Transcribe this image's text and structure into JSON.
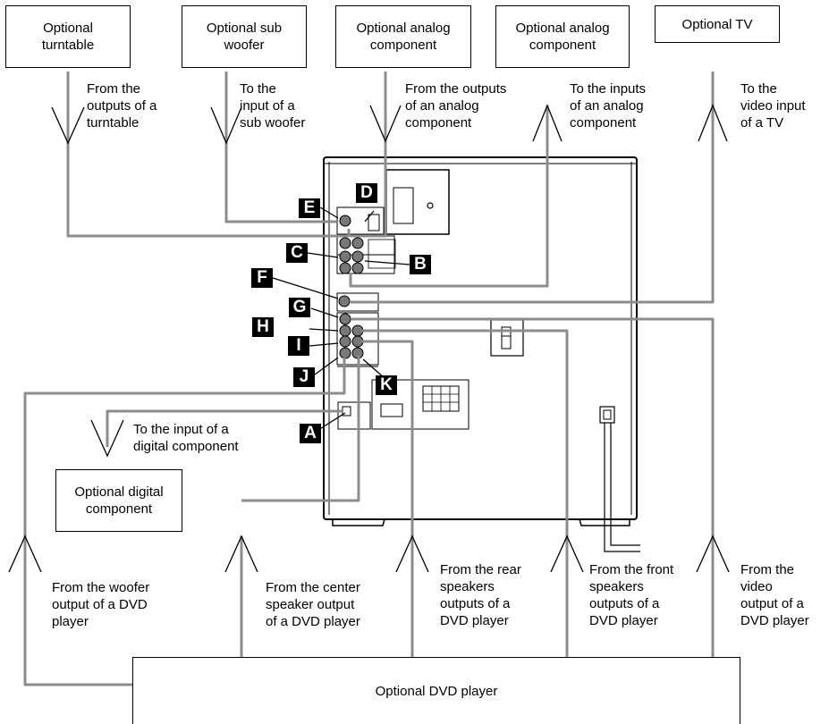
{
  "boxes": {
    "turntable": "Optional\nturntable",
    "subwoofer": "Optional sub\nwoofer",
    "analog_out": "Optional analog\ncomponent",
    "analog_in": "Optional analog\ncomponent",
    "tv": "Optional TV",
    "digital": "Optional digital\ncomponent",
    "dvd": "Optional DVD player"
  },
  "captions": {
    "turntable": "From the\noutputs of a\nturntable",
    "subwoofer": "To the\ninput of a\nsub woofer",
    "analog_out": "From the outputs\nof an analog\ncomponent",
    "analog_in": "To the inputs\nof an analog\ncomponent",
    "tv": "To the\nvideo input\nof a TV",
    "digital": "To the input of a\ndigital component",
    "woofer_dvd": "From the woofer\noutput of a DVD\nplayer",
    "center_dvd": "From the center\nspeaker output\nof a DVD player",
    "rear_dvd": "From the rear\nspeakers\noutputs of a\nDVD player",
    "front_dvd": "From the front\nspeakers\noutputs of a\nDVD player",
    "video_dvd": "From the\nvideo\noutput of a\nDVD player"
  },
  "labels": {
    "A": "A",
    "B": "B",
    "C": "C",
    "D": "D",
    "E": "E",
    "F": "F",
    "G": "G",
    "H": "H",
    "I": "I",
    "J": "J",
    "K": "K"
  },
  "colors": {
    "cable": "#8c8c8c",
    "line": "#000000",
    "badge": "#000000"
  }
}
